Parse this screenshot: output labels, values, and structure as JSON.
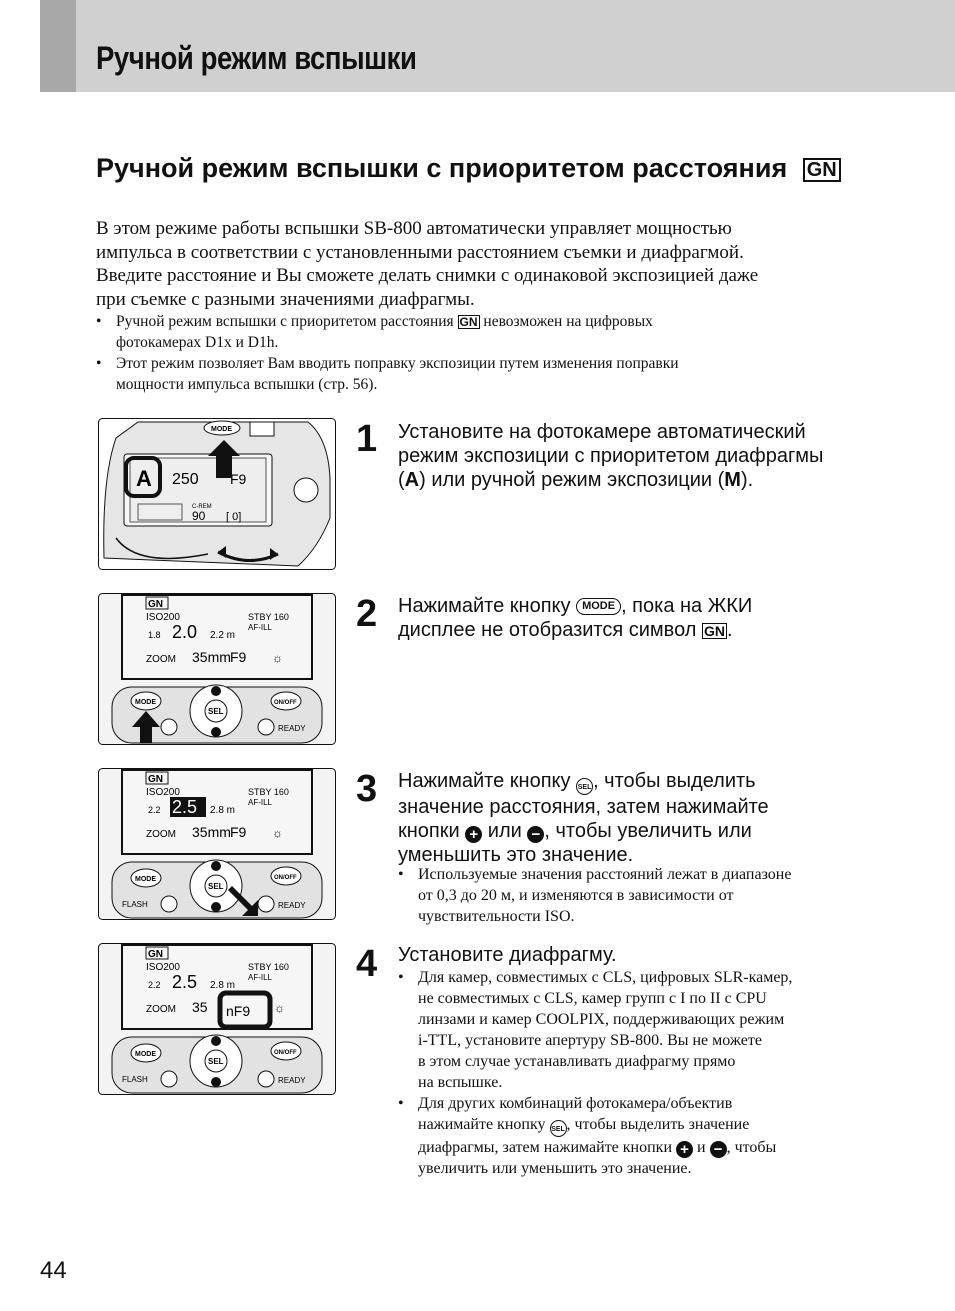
{
  "header": {
    "title": "Ручной режим вспышки"
  },
  "section": {
    "title": "Ручной режим вспышки с приоритетом расстояния",
    "gn_icon": "GN"
  },
  "intro": {
    "lines": [
      "В этом режиме работы вспышки SB-800 автоматически управляет мощностью",
      "импульса в соответствии с установленными расстоянием съемки и диафрагмой.",
      "Введите расстояние и Вы сможете делать снимки с одинаковой экспозицией даже",
      "при съемке с разными значениями диафрагмы."
    ]
  },
  "bullets": {
    "b1_a": "Ручной режим вспышки с приоритетом расстояния",
    "b1_b": "невозможен на цифровых",
    "b1_c": "фотокамерах D1x и D1h.",
    "b2_a": "Этот режим позволяет Вам вводить поправку экспозиции путем изменения поправки",
    "b2_b": "мощности импульса вспышки (стр. 56)."
  },
  "steps": {
    "s1": {
      "num": "1",
      "t1": "Установите на фотокамере автоматический",
      "t2": "режим экспозиции с приоритетом диафрагмы",
      "t3a": "(",
      "a": "A",
      "t3b": ") или ручной режим экспозиции (",
      "m": "M",
      "t3c": ")."
    },
    "s2": {
      "num": "2",
      "t1a": "Нажимайте кнопку",
      "mode": "MODE",
      "t1b": ", пока на ЖКИ",
      "t2a": "дисплее не отобразится символ",
      "t2b": "."
    },
    "s3": {
      "num": "3",
      "t1a": "Нажимайте кнопку",
      "t1b": ", чтобы выделить",
      "t2": "значение расстояния, затем нажимайте",
      "t3a": "кнопки",
      "t3b": "или",
      "t3c": ", чтобы увеличить или",
      "t4": "уменьшить это значение.",
      "note_lines": [
        "Используемые значения расстояний лежат в диапазоне",
        "от 0,3 до 20 м, и изменяются в зависимости от",
        "чувствительности ISO."
      ]
    },
    "s4": {
      "num": "4",
      "t1": "Установите диафрагму.",
      "n1_lines": [
        "Для камер, совместимых с CLS, цифровых SLR-камер,",
        "не совместимых с CLS, камер групп с I по II с CPU",
        "линзами и камер COOLPIX, поддерживающих режим",
        "i-TTL, установите апертуру SB-800. Вы не можете",
        "в этом случае устанавливать диафрагму прямо",
        "на вспышке."
      ],
      "n2_l1a": "Для других комбинаций фотокамера/объектив",
      "n2_l2a": "нажимайте кнопку",
      "n2_l2b": ", чтобы выделить значение",
      "n2_l3a": "диафрагмы, затем нажимайте кнопки",
      "n2_l3b": "и",
      "n2_l3c": ", чтобы",
      "n2_l4": "увеличить или уменьшить это значение."
    }
  },
  "symbols": {
    "plus": "+",
    "minus": "−",
    "sel": "SEL"
  },
  "camera_lcd": {
    "mode": "A",
    "shutter": "250",
    "aperture": "F9",
    "crem": "C-REM",
    "frames": "90",
    "bracket": "[    0]",
    "mode_btn": "MODE"
  },
  "flash_lcds": [
    {
      "gn": "GN",
      "iso": "ISO200",
      "stby": "STBY 160",
      "afill": "AF-ILL",
      "dmin": "1.8",
      "dist": "2.0",
      "dmax": "2.2 m",
      "zoom": "ZOOM",
      "focal": "35mm",
      "aperture": "F9"
    },
    {
      "gn": "GN",
      "iso": "ISO200",
      "stby": "STBY 160",
      "afill": "AF-ILL",
      "dmin": "2.2",
      "dist": "2.5",
      "dmax": "2.8 m",
      "zoom": "ZOOM",
      "focal": "35mm",
      "aperture": "F9"
    },
    {
      "gn": "GN",
      "iso": "ISO200",
      "stby": "STBY 160",
      "afill": "AF-ILL",
      "dmin": "2.2",
      "dist": "2.5",
      "dmax": "2.8 m",
      "zoom": "ZOOM",
      "focal": "35",
      "aperture": "nF9"
    }
  ],
  "flash_buttons": {
    "mode": "MODE",
    "onoff": "ON/OFF",
    "flash": "FLASH",
    "ready": "READY",
    "sel": "SEL"
  },
  "page": {
    "number": "44"
  }
}
